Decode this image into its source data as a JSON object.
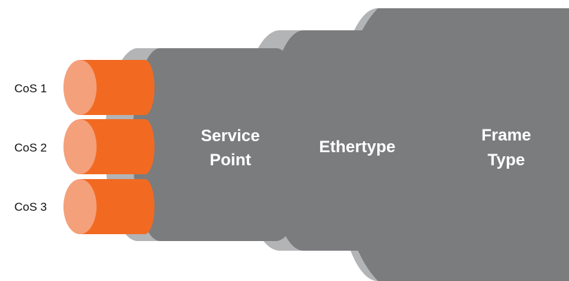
{
  "layers": {
    "frame_type": {
      "line1": "Frame",
      "line2": "Type"
    },
    "ethertype": {
      "label": "Ethertype"
    },
    "service_point": {
      "line1": "Service",
      "line2": "Point"
    }
  },
  "cos": [
    {
      "label": "CoS 1"
    },
    {
      "label": "CoS 2"
    },
    {
      "label": "CoS 3"
    }
  ],
  "colors": {
    "shell_dark": "#7b7c7e",
    "shell_ring": "#b3b4b6",
    "cos_body": "#f26a22",
    "cos_face": "#f4a07a",
    "label_text": "#ffffff",
    "cos_text": "#111111"
  }
}
